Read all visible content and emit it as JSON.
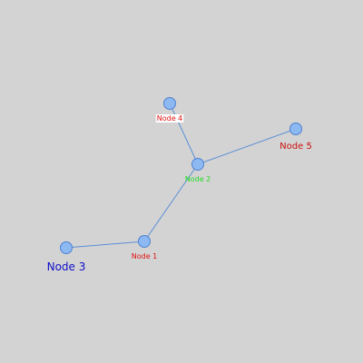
{
  "graph": {
    "background": "#d3d3d3",
    "edge_color": "#5b8fd6",
    "node_fill": "#8db9f3",
    "node_stroke": "#4f80cf",
    "nodes": [
      {
        "id": "n1",
        "label": "Node 1",
        "label_color": "#e01010",
        "label_bg": false
      },
      {
        "id": "n2",
        "label": "Node 2",
        "label_color": "#22dd22",
        "label_bg": false
      },
      {
        "id": "n3",
        "label": "Node 3",
        "label_color": "#1010c8",
        "label_bg": false
      },
      {
        "id": "n4",
        "label": "Node 4",
        "label_color": "#e01010",
        "label_bg": true
      },
      {
        "id": "n5",
        "label": "Node 5",
        "label_color": "#cc1010",
        "label_bg": false
      }
    ],
    "edges": [
      {
        "from": "n3",
        "to": "n1"
      },
      {
        "from": "n1",
        "to": "n2"
      },
      {
        "from": "n2",
        "to": "n4"
      },
      {
        "from": "n2",
        "to": "n5"
      }
    ]
  }
}
